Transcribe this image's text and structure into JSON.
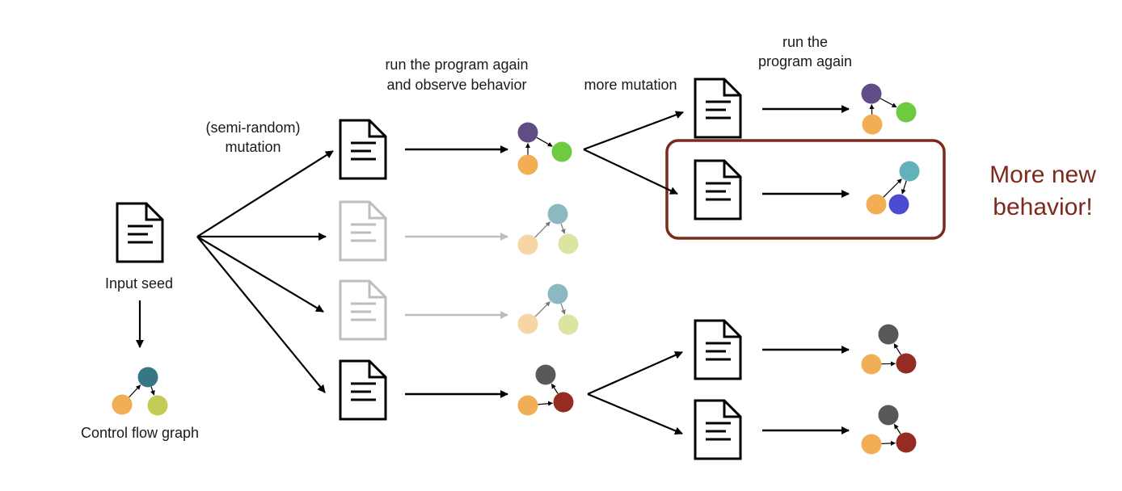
{
  "title": "Coverage-guided fuzzing diagram",
  "colors": {
    "black": "#000000",
    "faded": "#bdbdbd",
    "highlight_border": "#7d2a1e",
    "highlight_text": "#7d2a1e"
  },
  "labels": {
    "input_seed": "Input seed",
    "control_flow_graph": "Control flow graph",
    "mutation_line1": "(semi-random)",
    "mutation_line2": "mutation",
    "run_observe_line1": "run the program again",
    "run_observe_line2": "and observe behavior",
    "more_mutation": "more mutation",
    "run_again_line1": "run the",
    "run_again_line2": "program again",
    "new_behavior_line1": "More new",
    "new_behavior_line2": "behavior!"
  },
  "nodes": {
    "seed_graph": {
      "top": "#367783",
      "left": "#f2ae55",
      "right": "#c2cc55",
      "edges": "left->top, top->right"
    },
    "gen1_a": {
      "top": "#5e4e85",
      "left": "#f2ae55",
      "right": "#6ecb3f",
      "edges": "left->top, top->right",
      "faded": false
    },
    "gen1_b": {
      "top": "#8bb9c1",
      "left": "#f7d5a5",
      "right": "#dde4a2",
      "edges": "left->top, top->right",
      "faded": true
    },
    "gen1_c": {
      "top": "#8bb9c1",
      "left": "#f7d5a5",
      "right": "#dde4a2",
      "edges": "left->top, top->right",
      "faded": true
    },
    "gen1_d": {
      "top": "#585858",
      "left": "#f2ae55",
      "right": "#962b22",
      "edges": "left->right, right->top",
      "faded": false
    },
    "gen2_a": {
      "top": "#5e4e85",
      "left": "#f2ae55",
      "right": "#6ecb3f",
      "edges": "left->top, top->right"
    },
    "gen2_b": {
      "top": "#62b1bb",
      "left": "#f2ae55",
      "right": "#4b4bcf",
      "edges": "left->top, top->right",
      "highlighted": true
    },
    "gen2_c": {
      "top": "#585858",
      "left": "#f2ae55",
      "right": "#962b22",
      "edges": "left->right, right->top"
    },
    "gen2_d": {
      "top": "#585858",
      "left": "#f2ae55",
      "right": "#962b22",
      "edges": "left->right, right->top"
    }
  }
}
